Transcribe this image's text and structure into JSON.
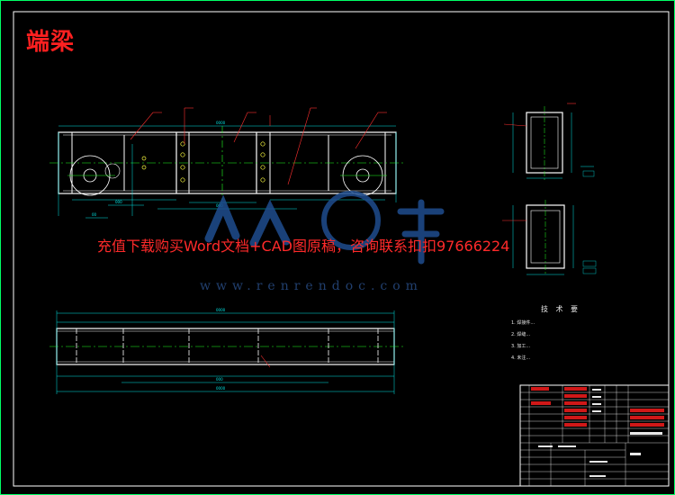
{
  "drawing": {
    "title": "端梁",
    "promo_text": "充值下载购买Word文档+CAD图原稿，咨询联系扣扣97666224",
    "watermark_url": "www.renrendoc.com",
    "watermark_logo": "人人文库",
    "technical_notes": {
      "heading": "技 术 要",
      "items": [
        "1. 焊接件...",
        "2. 焊缝...",
        "3. 加工...",
        "4. 未注..."
      ]
    },
    "colors": {
      "background": "#000000",
      "title": "#ff2020",
      "lines": "#ffffff",
      "dimensions": "#00e5e5",
      "leaders": "#ff3030",
      "centerlines": "#20ff20",
      "watermark": "#2a4f8a"
    }
  }
}
